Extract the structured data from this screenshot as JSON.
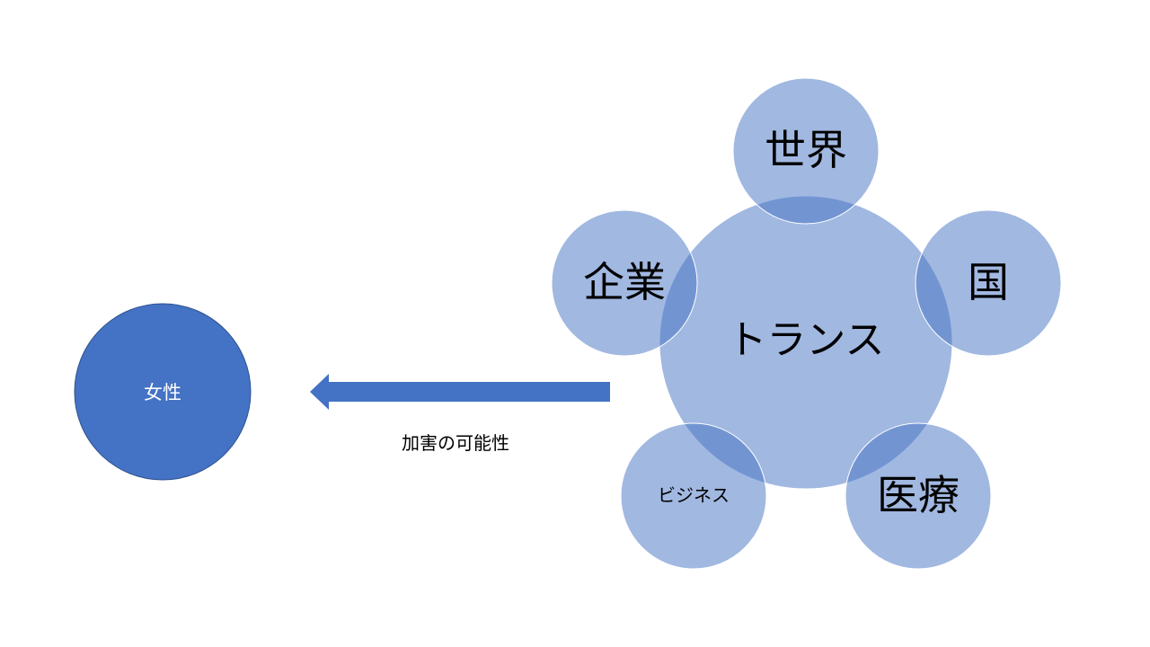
{
  "colors": {
    "primary": "#4472C4",
    "translucent_fill": "#4472C4",
    "text_dark": "#000000",
    "text_light": "#ffffff"
  },
  "target": {
    "label": "女性"
  },
  "arrow": {
    "label": "加害の可能性"
  },
  "center": {
    "label": "トランス"
  },
  "satellites": [
    {
      "label": "世界"
    },
    {
      "label": "国"
    },
    {
      "label": "医療"
    },
    {
      "label": "ビジネス"
    },
    {
      "label": "企業"
    }
  ]
}
